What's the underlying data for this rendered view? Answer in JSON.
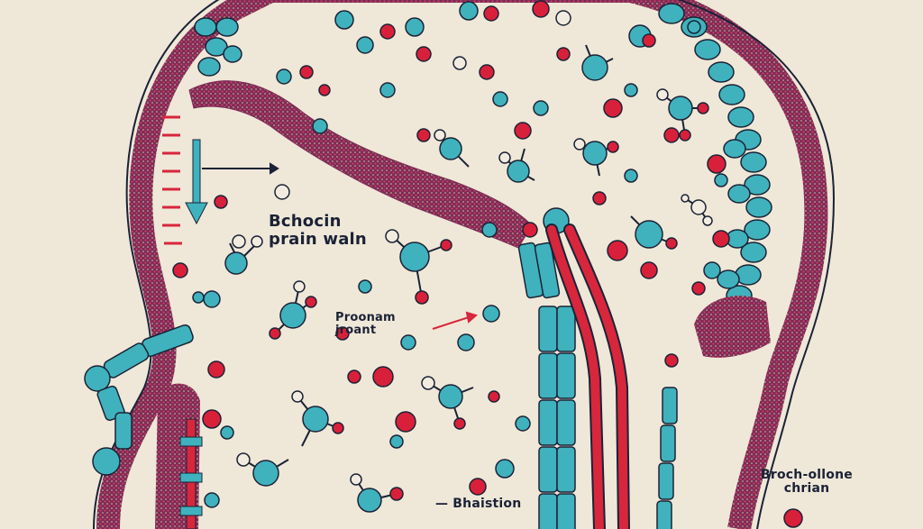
{
  "diagram": {
    "subject": "head cross-section with brain tissue and molecules",
    "colors": {
      "background": "#efe8d8",
      "membrane": "#8c3a5c",
      "membrane_dots": "#c2245a",
      "cell_teal": "#3fb2bd",
      "molecule_red": "#d9203a",
      "outline": "#1b2236",
      "vessel_red": "#d8263c"
    },
    "labels": {
      "main": {
        "line1": "Bchocin",
        "line2": "prain waln"
      },
      "program": {
        "line1": "Proonam",
        "line2": "jroant"
      },
      "bottom_center": "Bhaistion",
      "bottom_right": {
        "line1": "Broch-ollone",
        "line2": "chrian"
      }
    }
  }
}
